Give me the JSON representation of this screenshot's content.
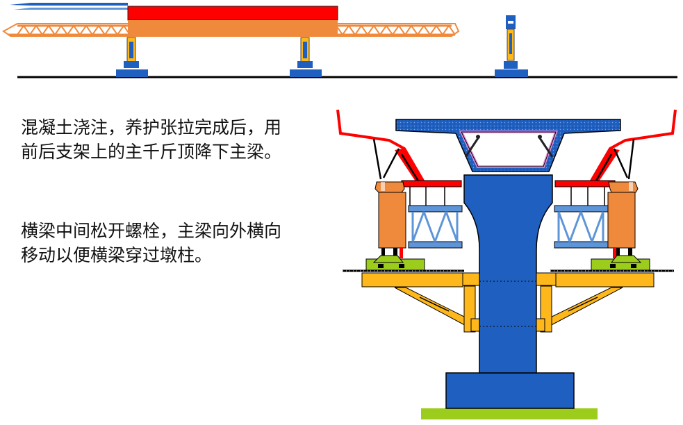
{
  "captions": {
    "step1": [
      "混凝土浇注，养护张拉完成后，用",
      "前后支架上的主千斤顶降下主梁。"
    ],
    "step2": [
      "横梁中间松开螺栓，主梁向外横向",
      "移动以便横梁穿过墩柱。"
    ]
  },
  "colors": {
    "main_beam": "#ef8a3c",
    "girder_red": "#ff0000",
    "pier_blue": "#1f5fbf",
    "crossbeam_yellow": "#ffb81c",
    "base_green": "#9ccc1c",
    "truss_blue": "#5e95d8",
    "ground_line": "#000000"
  }
}
